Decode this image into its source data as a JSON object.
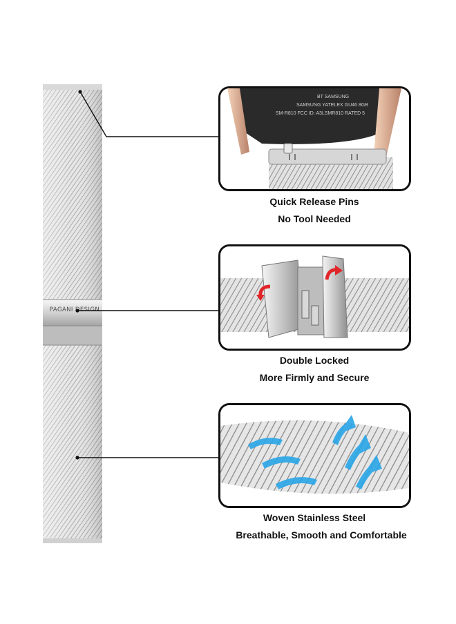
{
  "strap": {
    "clasp_brand": "PAGANI DESIGN"
  },
  "features": [
    {
      "title": "Quick Release Pins",
      "subtitle": "No Tool Needed"
    },
    {
      "title": "Double Locked",
      "subtitle": "More Firmly and Secure"
    },
    {
      "title": "Woven Stainless Steel",
      "subtitle": "Breathable, Smooth and Comfortable"
    }
  ],
  "colors": {
    "mesh_light": "#e9e9e9",
    "mesh_dark": "#9a9a9a",
    "arrow_red": "#e0262a",
    "arrow_blue": "#2aa6e8",
    "panel_border": "#111111"
  },
  "icons": [
    "curved-red-arrow-icon",
    "blue-airflow-arrow-icon"
  ]
}
